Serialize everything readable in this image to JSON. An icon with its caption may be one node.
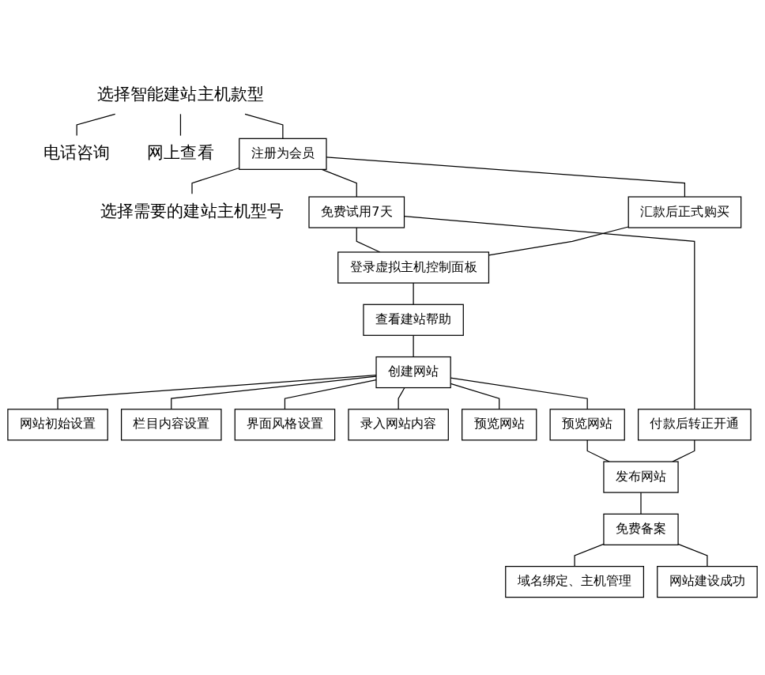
{
  "diagram": {
    "nodes": [
      {
        "text": [
          "选择智能建站主机款型"
        ]
      },
      {
        "text": [
          "电话咨询"
        ]
      },
      {
        "text": [
          "网上查看"
        ]
      },
      {
        "text": [
          "注册为会员"
        ]
      },
      {
        "text": [
          "选择需要的建站主机型号"
        ]
      },
      {
        "text": [
          "免费试用7天"
        ]
      },
      {
        "text": [
          "汇款后正式购买"
        ]
      },
      {
        "text": [
          "登录虚拟主机控制面板"
        ]
      },
      {
        "text": [
          "查看建站帮助"
        ]
      },
      {
        "text": [
          "创建网站"
        ]
      },
      {
        "text": [
          "网站初始设置"
        ]
      },
      {
        "text": [
          "栏目内容设置"
        ]
      },
      {
        "text": [
          "界面风格设置"
        ]
      },
      {
        "text": [
          "录入网站内容"
        ]
      },
      {
        "text": [
          "预览网站"
        ]
      },
      {
        "text": [
          "预览网站"
        ]
      },
      {
        "text": [
          "付款后转正开通"
        ]
      },
      {
        "text": [
          "发布网站"
        ]
      },
      {
        "text": [
          "免费备案"
        ]
      },
      {
        "text": [
          "域名绑定、主机管理"
        ]
      },
      {
        "text": [
          "网站建设成功"
        ]
      }
    ],
    "edges": [
      {
        "from": 0,
        "to": 1,
        "arrow": "none"
      },
      {
        "from": 0,
        "to": 2,
        "arrow": "none"
      },
      {
        "from": 0,
        "to": 3,
        "arrow": "none"
      },
      {
        "from": 3,
        "to": 5,
        "arrow": "none"
      },
      {
        "from": 3,
        "to": 6,
        "arrow": "none"
      },
      {
        "from": 3,
        "to": 4,
        "arrow": "none"
      },
      {
        "from": 5,
        "to": 7,
        "arrow": "none"
      },
      {
        "from": 6,
        "to": 7,
        "arrow": "none"
      },
      {
        "from": 7,
        "to": 8,
        "arrow": "none"
      },
      {
        "from": 8,
        "to": 9,
        "arrow": "none"
      },
      {
        "from": 9,
        "to": 10,
        "arrow": "none"
      },
      {
        "from": 9,
        "to": 11,
        "arrow": "none"
      },
      {
        "from": 9,
        "to": 12,
        "arrow": "none"
      },
      {
        "from": 9,
        "to": 13,
        "arrow": "none"
      },
      {
        "from": 9,
        "to": 14,
        "arrow": "none"
      },
      {
        "from": 9,
        "to": 15,
        "arrow": "none"
      },
      {
        "from": 15,
        "to": 17,
        "arrow": "none"
      },
      {
        "from": 5,
        "to": 16,
        "arrow": "none"
      },
      {
        "from": 16,
        "to": 17,
        "arrow": "none"
      },
      {
        "from": 17,
        "to": 18,
        "arrow": "none"
      },
      {
        "from": 18,
        "to": 19,
        "arrow": "none"
      },
      {
        "from": 18,
        "to": 20,
        "arrow": "none"
      }
    ]
  }
}
